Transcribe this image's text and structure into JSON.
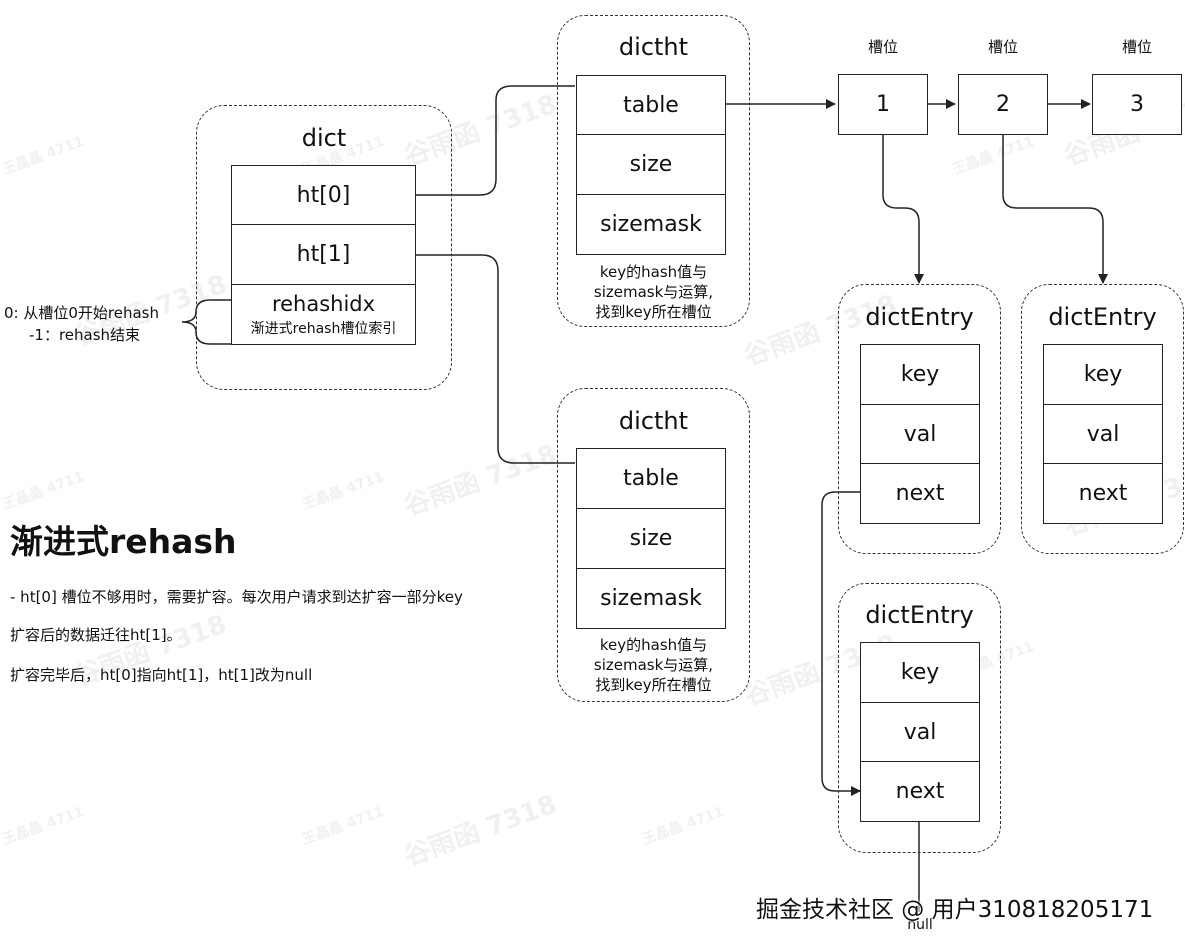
{
  "dict": {
    "title": "dict",
    "fields": [
      "ht[0]",
      "ht[1]"
    ],
    "rehashidx_label": "rehashidx",
    "rehashidx_desc": "渐进式rehash槽位索引",
    "annotation_line1": "0: 从槽位0开始rehash",
    "annotation_line2": "-1：rehash结束"
  },
  "dictht_top": {
    "title": "dictht",
    "fields": [
      "table",
      "size",
      "sizemask"
    ],
    "note": [
      "key的hash值与",
      "sizemask与运算,",
      "找到key所在槽位"
    ]
  },
  "dictht_bottom": {
    "title": "dictht",
    "fields": [
      "table",
      "size",
      "sizemask"
    ],
    "note": [
      "key的hash值与",
      "sizemask与运算,",
      "找到key所在槽位"
    ]
  },
  "slots": {
    "label": "槽位",
    "values": [
      "1",
      "2",
      "3"
    ]
  },
  "entries": {
    "title": "dictEntry",
    "fields": [
      "key",
      "val",
      "next"
    ]
  },
  "null_label": "null",
  "explanation": {
    "heading": "渐进式rehash",
    "line1": "- ht[0] 槽位不够用时，需要扩容。每次用户请求到达扩容一部分key",
    "line2": "扩容后的数据迁往ht[1]。",
    "line3": "扩容完毕后，ht[0]指向ht[1]，ht[1]改为null"
  },
  "credit": "掘金技术社区 @ 用户310818205171",
  "watermarks": [
    "谷雨函 7318",
    "王晶晶 4711"
  ]
}
